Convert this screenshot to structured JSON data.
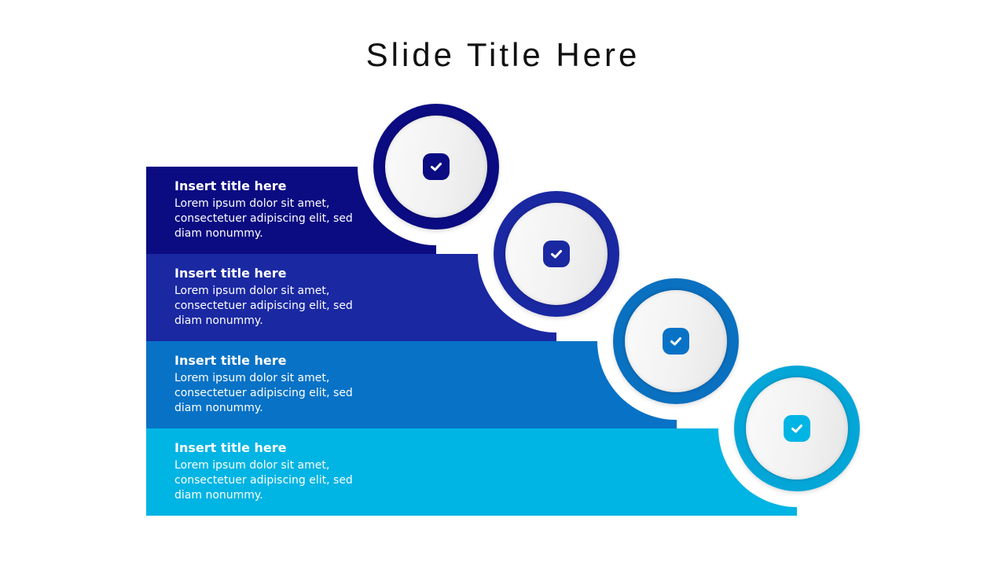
{
  "slide": {
    "title": "Slide Title Here"
  },
  "steps": [
    {
      "title": "Insert title here",
      "body": "Lorem ipsum dolor sit amet, consectetuer adipiscing elit, sed diam nonummy.",
      "icon": "check-icon",
      "band_color": "#0b0b82",
      "ring_color": "#0b0b82",
      "badge_color": "#0b0b82"
    },
    {
      "title": "Insert title here",
      "body": "Lorem ipsum dolor sit amet, consectetuer adipiscing elit, sed diam nonummy.",
      "icon": "check-icon",
      "band_color": "#1a28a2",
      "ring_color": "#1a28a2",
      "badge_color": "#1a28a2"
    },
    {
      "title": "Insert title here",
      "body": "Lorem ipsum dolor sit amet, consectetuer adipiscing elit, sed diam nonummy.",
      "icon": "check-icon",
      "band_color": "#0872c6",
      "ring_color": "#0a70c0",
      "badge_color": "#0872c6"
    },
    {
      "title": "Insert title here",
      "body": "Lorem ipsum dolor sit amet, consectetuer adipiscing elit, sed diam nonummy.",
      "icon": "check-icon",
      "band_color": "#00b4e4",
      "ring_color": "#04a6d8",
      "badge_color": "#00b4e4"
    }
  ]
}
